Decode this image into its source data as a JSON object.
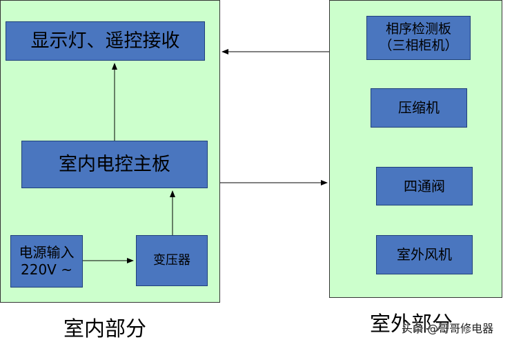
{
  "indoor": {
    "caption": "室内部分",
    "display_box": "显示灯、遥控接收",
    "main_board": "室内电控主板",
    "power_input_line1": "电源输入",
    "power_input_line2": "220V ~",
    "transformer": "变压器"
  },
  "outdoor": {
    "caption": "室外部分",
    "phase_board_line1": "相序检测板",
    "phase_board_line2": "（三相柜机）",
    "compressor": "压缩机",
    "four_way_valve": "四通阀",
    "outdoor_fan": "室外风机"
  },
  "watermark": "头条 @哥哥修电器",
  "colors": {
    "panel_fill": "#ccffcc",
    "box_fill": "#4a76bf"
  }
}
